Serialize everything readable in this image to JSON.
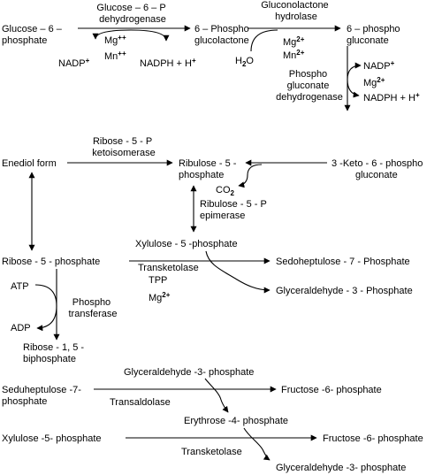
{
  "colors": {
    "ink": "#000000",
    "background": "#ffffff"
  },
  "step1": {
    "substrate": [
      "Glucose – 6 –",
      "phosphate"
    ],
    "enzyme": [
      "Glucose – 6 – P",
      "dehydrogenase"
    ],
    "product": [
      "6 – Phospho",
      "glucolactone"
    ],
    "mg": "Mg",
    "mg_charge": "++",
    "mn": "Mn",
    "mn_charge": "++",
    "nadp": "NADP",
    "nadp_charge": "+",
    "nadph": "NADPH + H",
    "nadph_charge": "+"
  },
  "step2": {
    "enzyme": [
      "Gluconolactone",
      "hydrolase"
    ],
    "product": [
      "6 – phospho",
      "gluconate"
    ],
    "water": "H",
    "water_sub": "2",
    "water_o": "O",
    "mg": "Mg",
    "mg_charge": "2+",
    "mn": "Mn",
    "mn_charge": "2+"
  },
  "step3": {
    "enzyme": [
      "Phospho",
      "gluconate",
      "dehydrogenase"
    ],
    "nadp": "NADP",
    "nadp_charge": "+",
    "mg": "Mg",
    "mg_charge": "2+",
    "nadph": "NADPH + H",
    "nadph_charge": "+"
  },
  "step4": {
    "enediol": "Enediol form",
    "isomerase": [
      "Ribose - 5 - P",
      "ketoisomerase"
    ],
    "ribulose": [
      "Ribulose - 5 -",
      "phosphate"
    ],
    "keto": [
      "3 -Keto - 6 - phospho",
      "gluconate"
    ],
    "co2": "CO",
    "co2_sub": "2",
    "epimerase": [
      "Ribulose - 5 - P",
      "epimerase"
    ]
  },
  "step5": {
    "xylulose": "Xylulose - 5 -phosphate",
    "ribose": "Ribose - 5 - phosphate",
    "sedoheptulose": "Sedoheptulose - 7 - Phosphate",
    "enzyme": "Transketolase",
    "tpp": "TPP",
    "mg": "Mg",
    "mg_charge": "2+",
    "glyceraldehyde": "Glyceraldehyde - 3 - Phosphate"
  },
  "step6": {
    "atp": "ATP",
    "adp": "ADP",
    "enzyme": [
      "Phospho",
      "transferase"
    ],
    "product": [
      "Ribose - 1, 5 -",
      "biphosphate"
    ]
  },
  "step7": {
    "glyceraldehyde": "Glyceraldehyde -3- phosphate",
    "seduheptulose": [
      "Seduheptulose -7-",
      "phosphate"
    ],
    "fructose": "Fructose -6- phosphate",
    "enzyme": "Transaldolase",
    "erythrose": "Erythrose -4- phosphate"
  },
  "step8": {
    "xylulose": "Xylulose -5- phosphate",
    "fructose": "Fructose -6- phosphate",
    "enzyme": "Transketolase",
    "glyceraldehyde": "Glyceraldehyde -3- phosphate"
  }
}
